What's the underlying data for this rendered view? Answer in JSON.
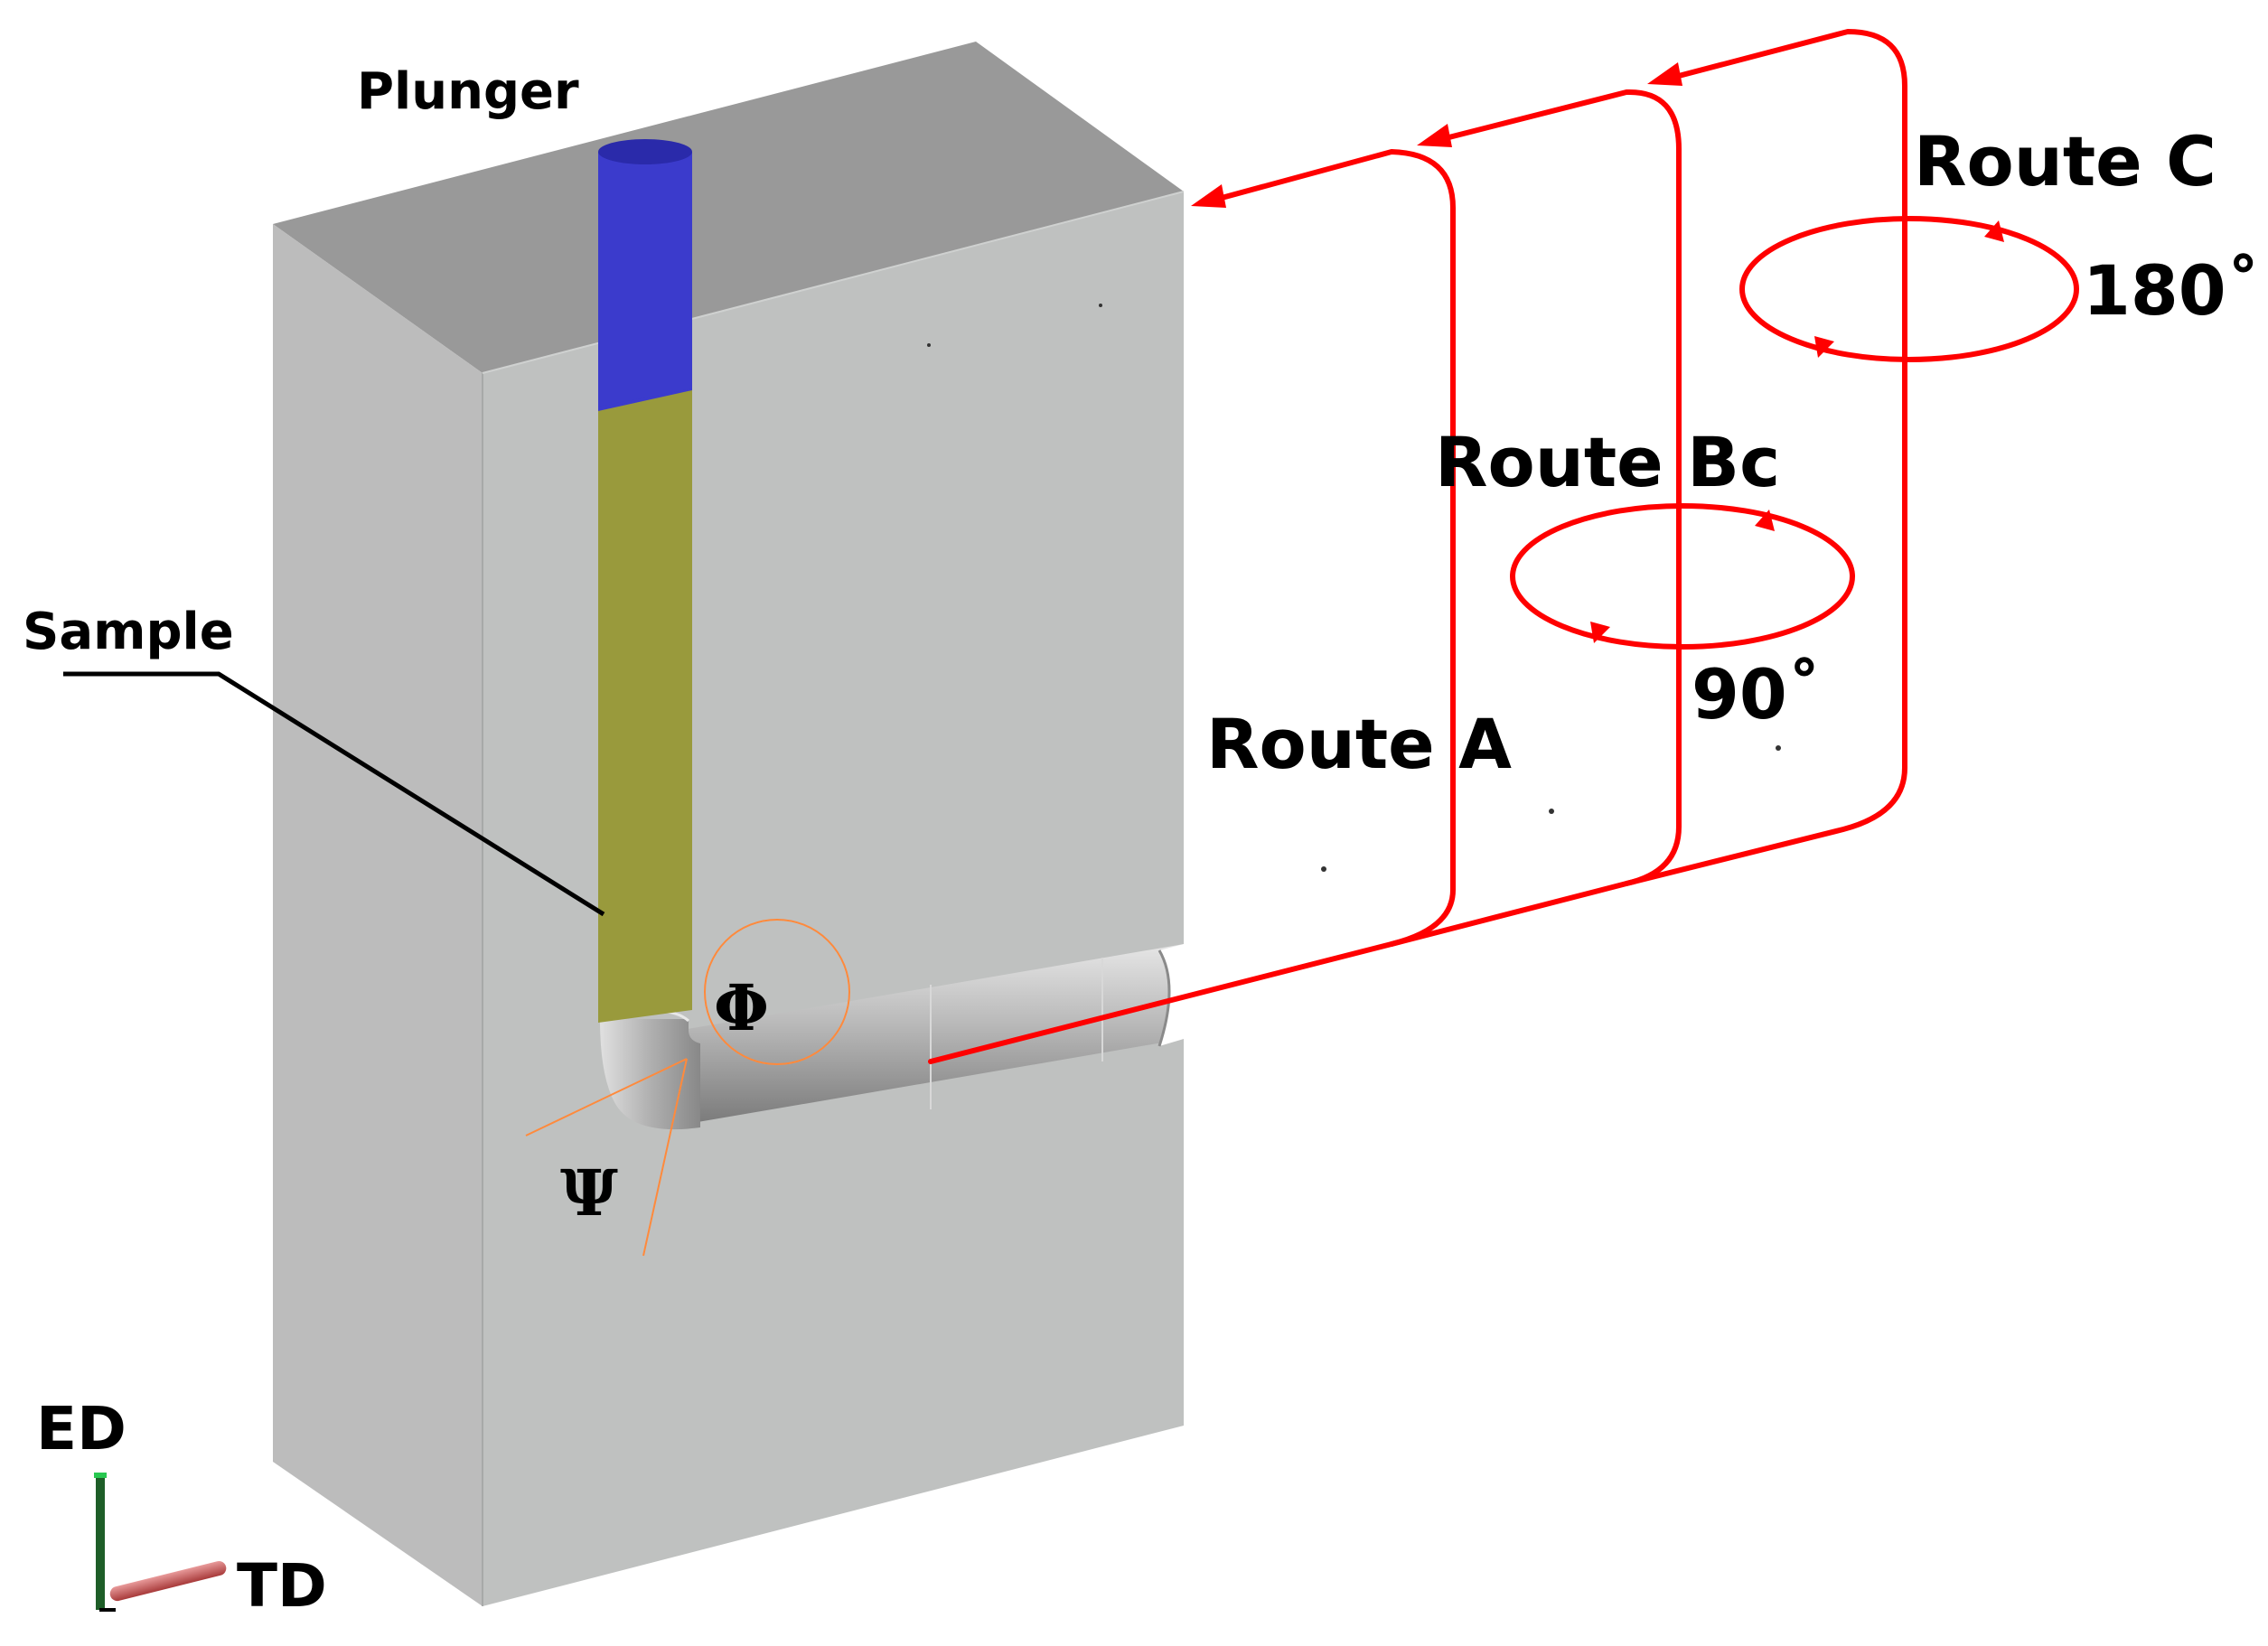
{
  "labels": {
    "plunger": "Plunger",
    "sample": "Sample",
    "route_a": "Route A",
    "route_bc": "Route Bc",
    "route_c": "Route C",
    "angle_bc": "90˚",
    "angle_c": "180˚",
    "phi": "Φ",
    "psi": "Ψ",
    "axis_ed": "ED",
    "axis_td": "TD"
  },
  "colors": {
    "die_front": "#bfc1c0",
    "die_top": "#999999",
    "die_side": "#bcbcbc",
    "plunger": "#3b3bcc",
    "sample": "#999a3c",
    "route_arrows": "#ff0000",
    "angle_marks": "#ff8a3c",
    "axis_ed": "#1e5e28",
    "axis_td": "#cc5050"
  },
  "icons": {
    "rotation_bc": "rotation-arrow-icon",
    "rotation_c": "rotation-arrow-icon"
  }
}
